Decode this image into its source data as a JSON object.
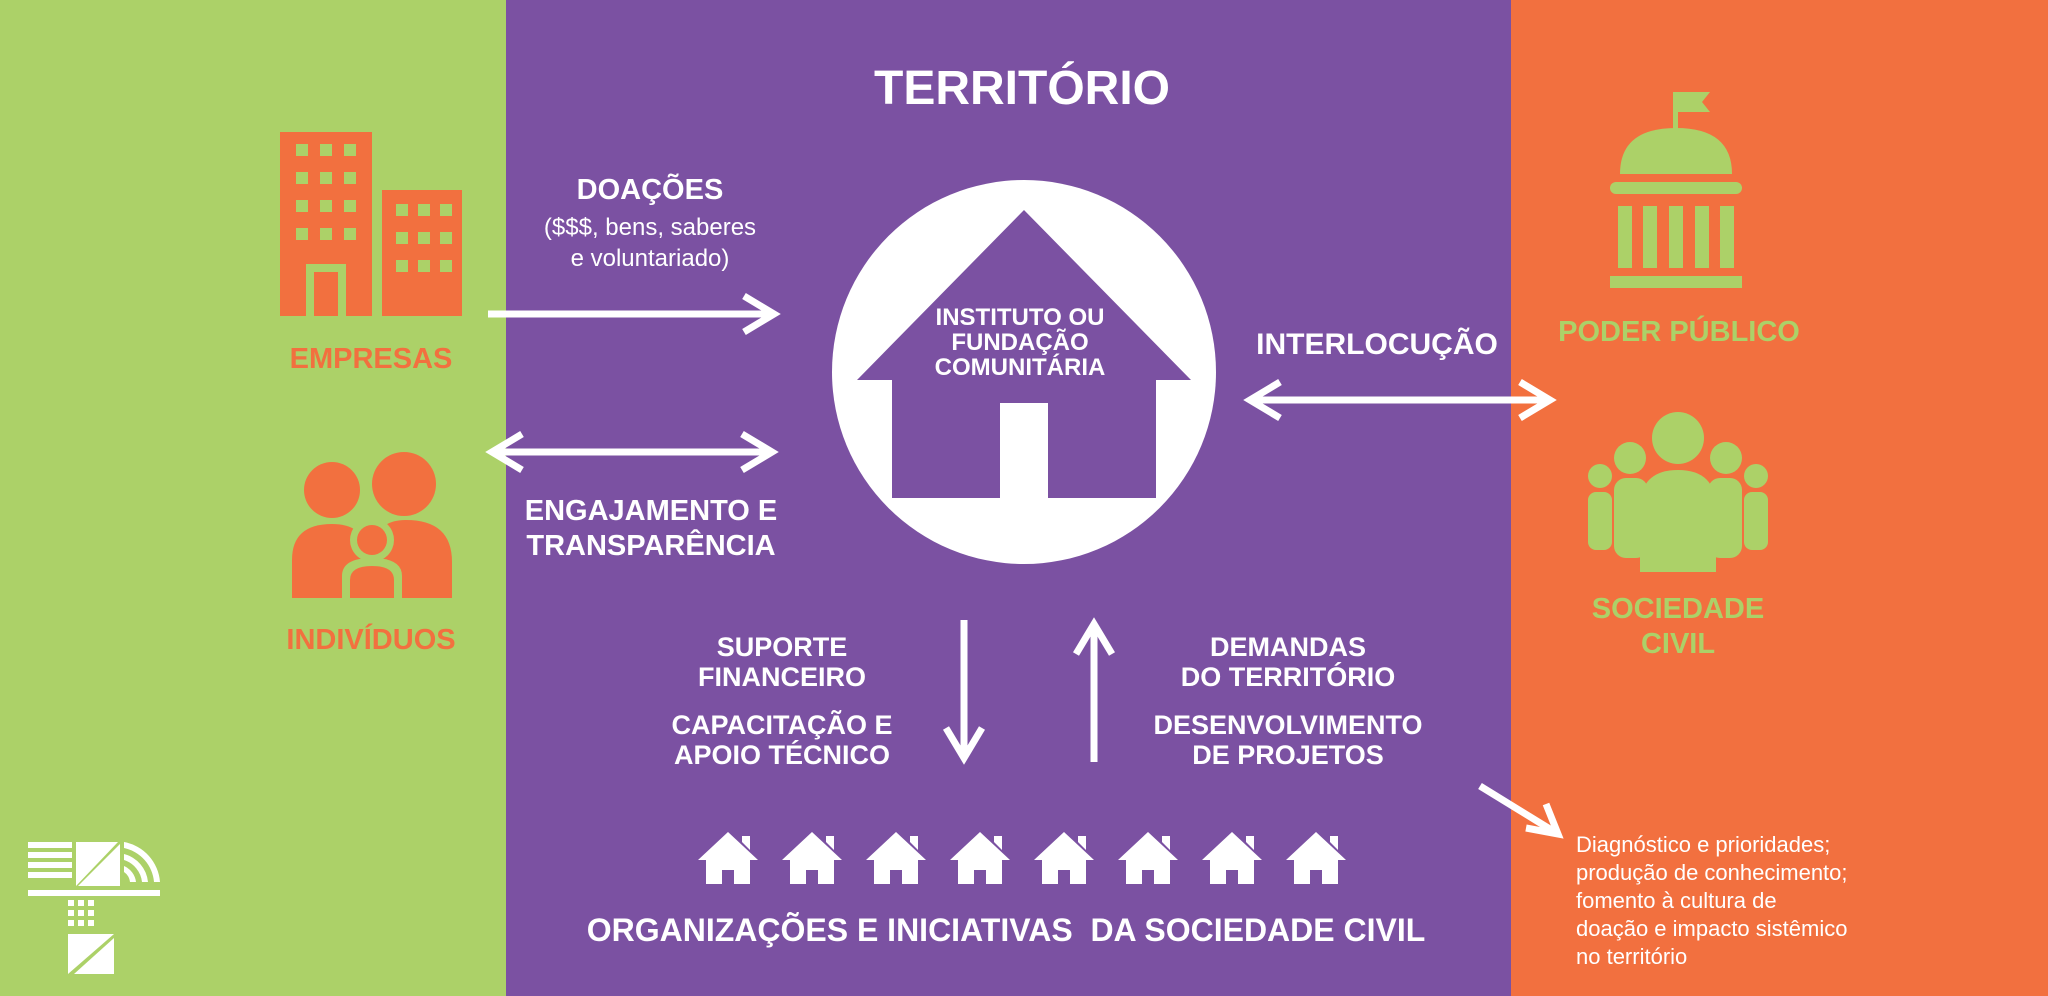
{
  "colors": {
    "green": "#acd168",
    "purple": "#7b51a2",
    "orange": "#f2703f",
    "white": "#ffffff"
  },
  "title": "TERRITÓRIO",
  "center": {
    "label": "INSTITUTO OU\nFUNDAÇÃO\nCOMUNITÁRIA",
    "icon": "house-icon"
  },
  "left": {
    "empresas": {
      "label": "EMPRESAS",
      "icon": "buildings-icon"
    },
    "individuos": {
      "label": "INDIVÍDUOS",
      "icon": "family-icon"
    }
  },
  "right": {
    "poder_publico": {
      "label": "PODER PÚBLICO",
      "icon": "government-building-icon"
    },
    "sociedade_civil": {
      "label": "SOCIEDADE\nCIVIL",
      "icon": "people-group-icon"
    },
    "note": "Diagnóstico e prioridades;\nprodução de conhecimento;\nfomento à cultura de\ndoação e impacto sistêmico\nno território"
  },
  "flows": {
    "doacoes_title": "DOAÇÕES",
    "doacoes_detail": "($$$, bens, saberes\ne voluntariado)",
    "engajamento": "ENGAJAMENTO E\nTRANSPARÊNCIA",
    "interlocucao": "INTERLOCUÇÃO",
    "suporte": "SUPORTE\nFINANCEIRO",
    "capacitacao": "CAPACITAÇÃO E\nAPOIO TÉCNICO",
    "demandas": "DEMANDAS\nDO TERRITÓRIO",
    "desenvolvimento": "DESENVOLVIMENTO\nDE PROJETOS"
  },
  "bottom": {
    "label": "ORGANIZAÇÕES E INICIATIVAS  DA SOCIEDADE CIVIL",
    "house_count": 8
  },
  "logo": {
    "icon": "brand-logo-icon"
  }
}
